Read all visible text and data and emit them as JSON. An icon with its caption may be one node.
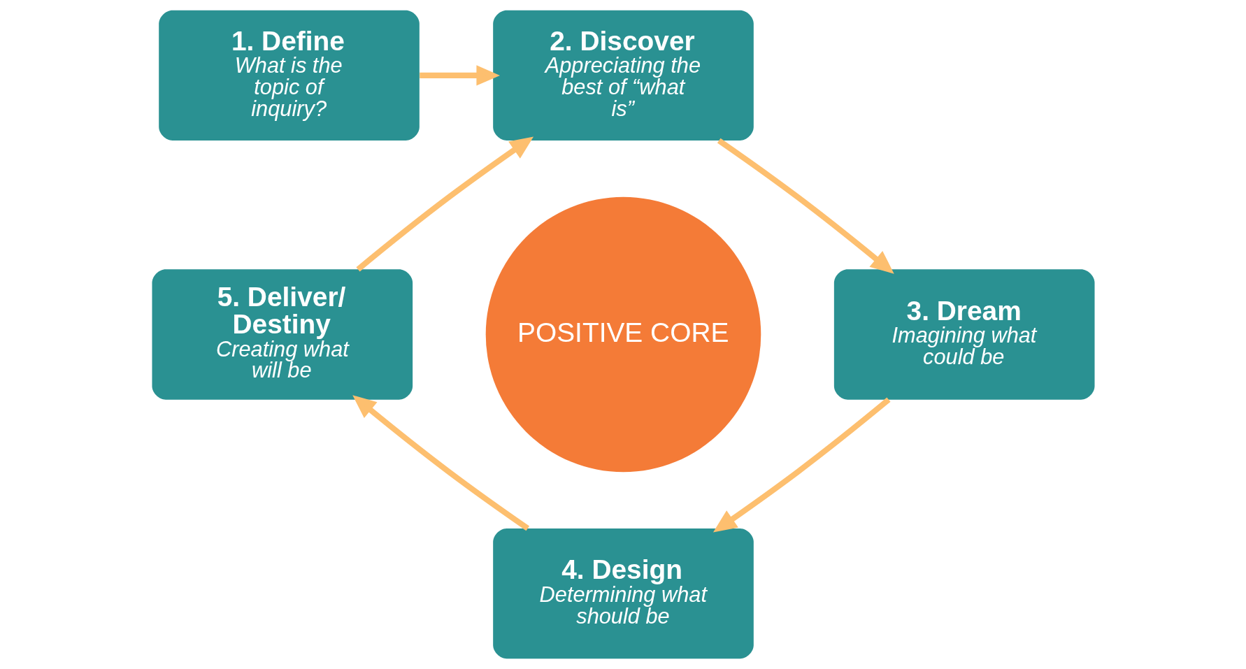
{
  "diagram": {
    "nodes": [
      {
        "text": [
          "1. Define",
          "What is the topic of inquiry?"
        ]
      },
      {
        "text": [
          "2. Discover",
          "Appreciating the best of “what is”"
        ]
      },
      {
        "text": [
          "3. Dream",
          "Imagining what could be"
        ]
      },
      {
        "text": [
          "4. Design",
          "Determining what should be"
        ]
      },
      {
        "text": [
          "5. Deliver/ Destiny",
          "Creating what will be"
        ]
      },
      {
        "text": [
          "POSITIVE CORE"
        ]
      }
    ],
    "edges": [
      {
        "from": 0,
        "to": 1,
        "arrow": "to"
      },
      {
        "from": 1,
        "to": 2,
        "arrow": "to"
      },
      {
        "from": 2,
        "to": 3,
        "arrow": "to"
      },
      {
        "from": 3,
        "to": 4,
        "arrow": "to"
      },
      {
        "from": 4,
        "to": 1,
        "arrow": "to"
      }
    ]
  }
}
